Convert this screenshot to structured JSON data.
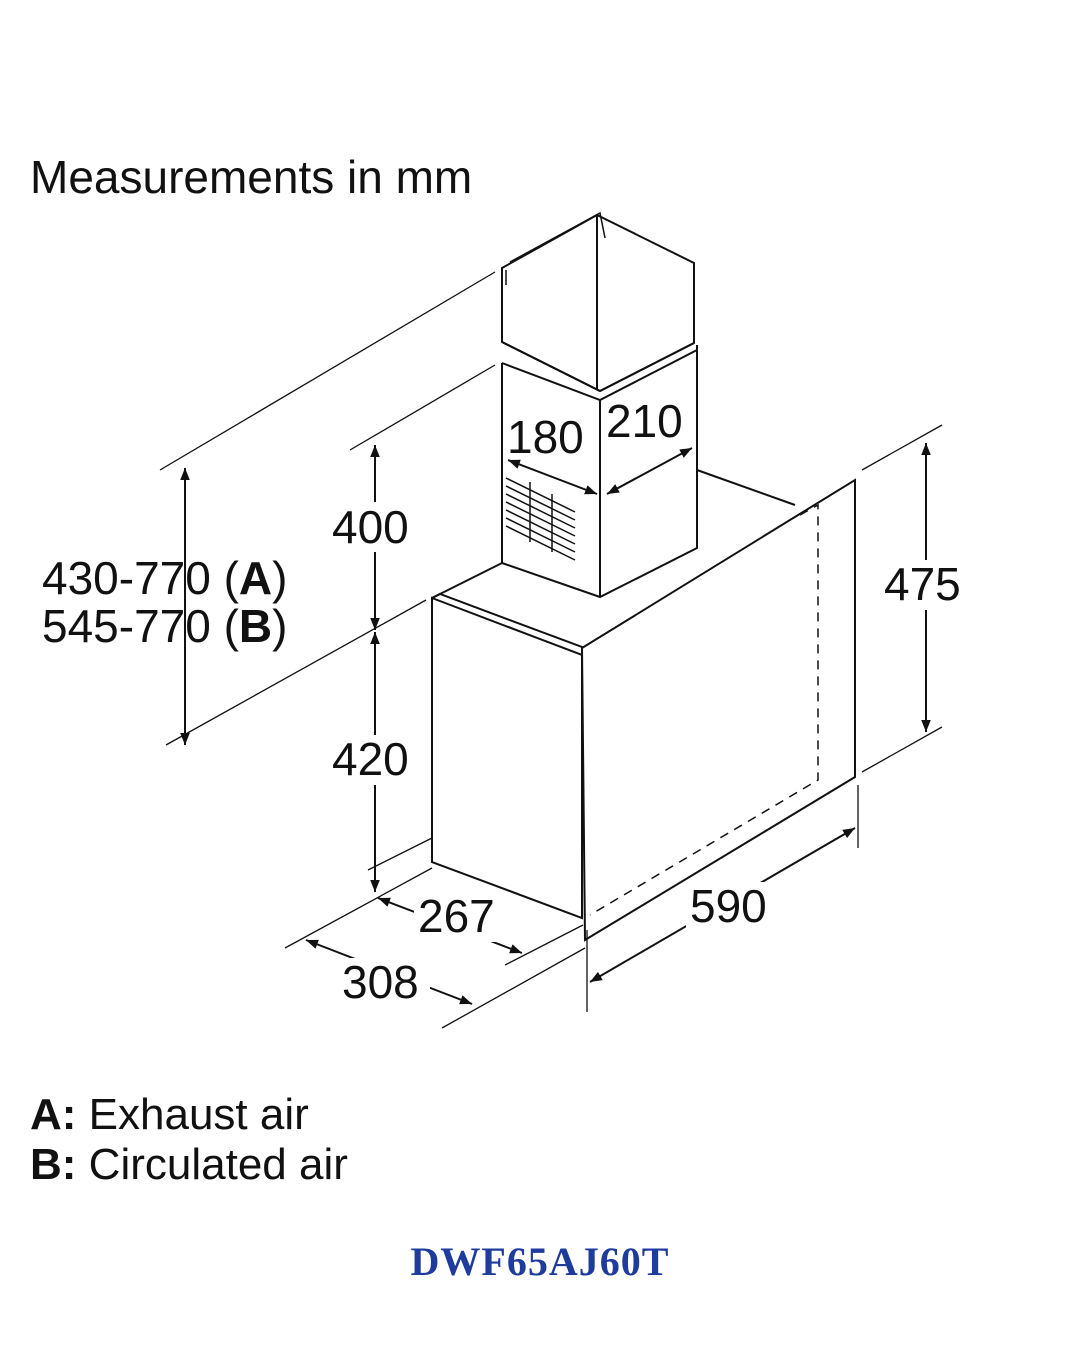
{
  "title": "Measurements in mm",
  "dimensions": {
    "duct_depth": "180",
    "duct_width": "210",
    "duct_height": "400",
    "range_a_value": "430-770 (",
    "range_a_letter": "A",
    "range_b_value": "545-770 (",
    "range_b_letter": "B",
    "range_close": ")",
    "body_height": "420",
    "glass_height": "475",
    "body_depth": "267",
    "total_depth": "308",
    "width": "590"
  },
  "legend": [
    {
      "key": "A:",
      "text": "Exhaust air"
    },
    {
      "key": "B:",
      "text": "Circulated air"
    }
  ],
  "model": "DWF65AJ60T",
  "colors": {
    "line": "#111111",
    "model": "#1f3c9c"
  }
}
